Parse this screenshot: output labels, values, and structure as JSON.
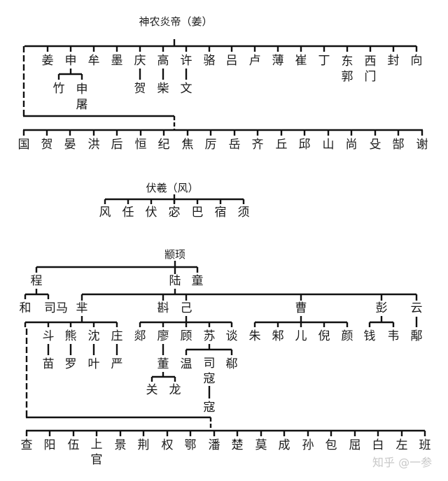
{
  "trees": {
    "shennong": {
      "root": "神农炎帝（姜）",
      "row1": [
        "姜",
        "申",
        "牟",
        "墨",
        "庆",
        "高",
        "许",
        "骆",
        "吕",
        "卢",
        "薄",
        "崔",
        "丁",
        "东郭",
        "西门",
        "封",
        "向"
      ],
      "shen_children": [
        "竹",
        "申屠"
      ],
      "qing_child": "贺",
      "gao_child": "柴",
      "xu_child": "文",
      "row2": [
        "国",
        "贺",
        "晏",
        "洪",
        "后",
        "恒",
        "纪",
        "焦",
        "厉",
        "岳",
        "齐",
        "丘",
        "邱",
        "山",
        "尚",
        "殳",
        "郜",
        "谢"
      ]
    },
    "fuxi": {
      "root": "伏羲（风）",
      "children": [
        "风",
        "任",
        "伏",
        "宓",
        "巴",
        "宿",
        "须"
      ]
    },
    "zhuanxu": {
      "root": "颛顼",
      "level1": [
        "程",
        "陆",
        "童"
      ],
      "cheng_children": [
        "和",
        "司马"
      ],
      "lu_children": [
        "芈",
        "斟",
        "己",
        "曹",
        "彭",
        "云"
      ],
      "mi_children": [
        "斗",
        "熊",
        "沈",
        "庄"
      ],
      "mi_grandchildren": [
        "苗",
        "罗",
        "叶",
        "严"
      ],
      "ji_children": [
        "郯",
        "廖",
        "顾",
        "苏",
        "谈"
      ],
      "liao_child": "董",
      "dong_children": [
        "关",
        "龙"
      ],
      "su_children": [
        "温",
        "司寇",
        "郗"
      ],
      "sikou_child": "寇",
      "cao_children": [
        "朱",
        "邾",
        "儿",
        "倪",
        "颜"
      ],
      "peng_children": [
        "钱",
        "韦"
      ],
      "yun_child": "鄅",
      "bottom_row": [
        "查",
        "阳",
        "伍",
        "上官",
        "景",
        "荆",
        "权",
        "鄂",
        "潘",
        "楚",
        "莫",
        "成",
        "孙",
        "包",
        "屈",
        "白",
        "左",
        "班"
      ]
    }
  },
  "watermark": "知乎 @一参",
  "colors": {
    "line": "#111111",
    "text": "#1a1a1a",
    "watermark": "#c8c8c8"
  }
}
